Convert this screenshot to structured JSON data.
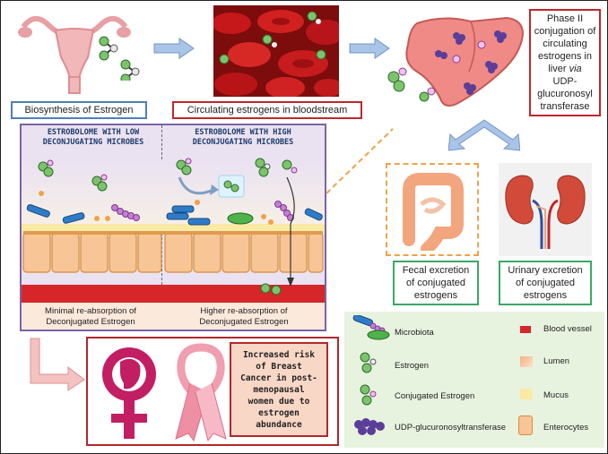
{
  "top": {
    "biosynthesis_label": "Biosynthesis of Estrogen",
    "circulating_label": "Circulating estrogens in bloodstream",
    "phase2_line1": "Phase II",
    "phase2_line2": "conjugation of",
    "phase2_line3": "circulating",
    "phase2_line4": "estrogens in",
    "phase2_line5a": "liver ",
    "phase2_line5b": "via",
    "phase2_line6": "UDP-",
    "phase2_line7": "glucuronosyl",
    "phase2_line8": "transferase"
  },
  "gut": {
    "low_title_line1": "ESTROBOLOME WITH LOW",
    "low_title_line2": "DECONJUGATING MICROBES",
    "high_title_line1": "ESTROBOLOME WITH HIGH",
    "high_title_line2": "DECONJUGATING MICROBES",
    "low_caption_line1": "Minimal re-absorption of",
    "low_caption_line2": "Deconjugated Estrogen",
    "high_caption_line1": "Higher re-absorption of",
    "high_caption_line2": "Deconjugated Estrogen"
  },
  "excretion": {
    "fecal_line1": "Fecal excretion",
    "fecal_line2": "of conjugated",
    "fecal_line3": "estrogens",
    "urinary_line1": "Urinary excretion",
    "urinary_line2": "of conjugated",
    "urinary_line3": "estrogens"
  },
  "risk": {
    "line1": "Increased risk",
    "line2": "of Breast",
    "line3": "Cancer in post-",
    "line4": "menopausal",
    "line5": "women due to",
    "line6": "estrogen",
    "line7": "abundance"
  },
  "legend": {
    "microbiota": "Microbiota",
    "estrogen": "Estrogen",
    "conjugated": "Conjugated Estrogen",
    "udp": "UDP-glucuronosyltransferase",
    "blood_vessel": "Blood vessel",
    "lumen": "Lumen",
    "mucus": "Mucus",
    "enterocytes": "Enterocytes"
  },
  "colors": {
    "blue_box": "#4f7fb8",
    "red_box": "#c0262c",
    "green_box": "#3aa864",
    "orange_dash": "#f0a24a",
    "arrow_blue": "#a9c4e6",
    "legend_bg": "#e8f3df",
    "gut_bg": "#eae2f1"
  }
}
